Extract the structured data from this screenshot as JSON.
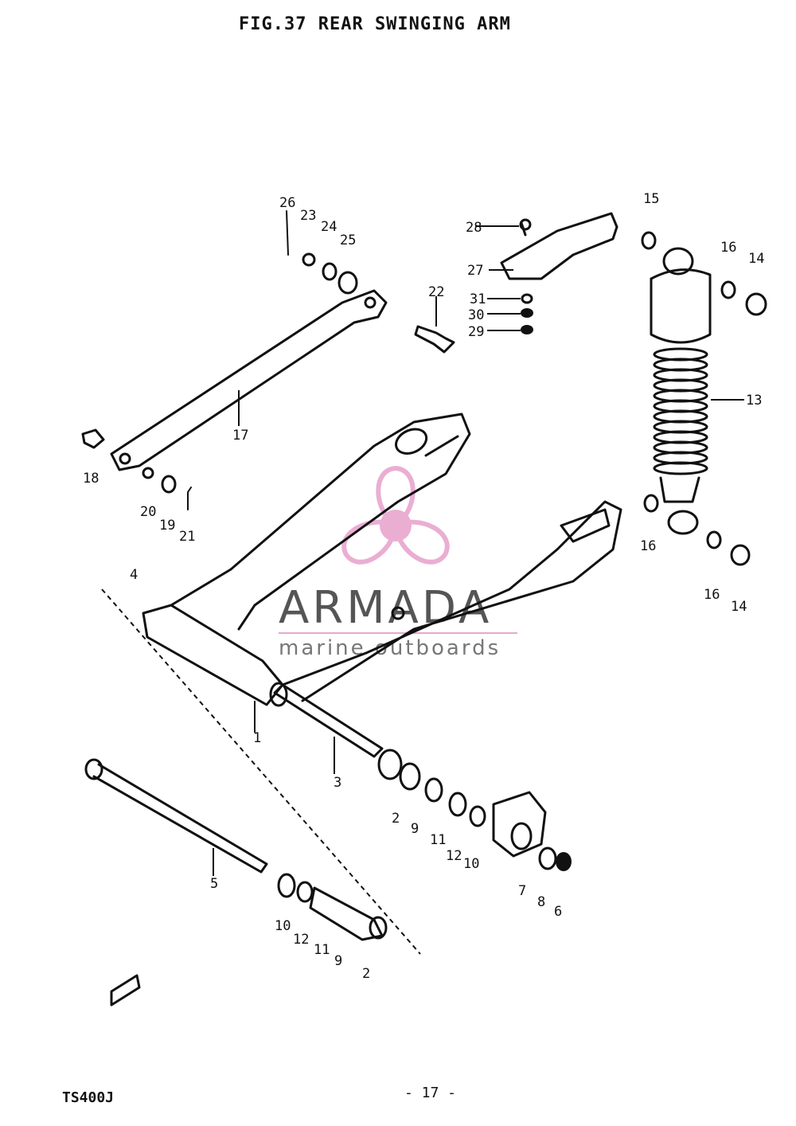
{
  "title": "FIG.37  REAR SWINGING ARM",
  "model": "TS400J",
  "page_number": "- 17 -",
  "watermark": {
    "brand": "ARMADA",
    "tagline": "marine outboards",
    "accent_color": "#e8a6cf",
    "logo_icon": "propeller-icon"
  },
  "callouts": [
    "1",
    "2",
    "3",
    "4",
    "5",
    "6",
    "7",
    "8",
    "9",
    "10",
    "11",
    "12",
    "13",
    "14",
    "15",
    "16",
    "17",
    "18",
    "19",
    "20",
    "21",
    "22",
    "23",
    "24",
    "25",
    "26",
    "27",
    "28",
    "29",
    "30",
    "31"
  ]
}
